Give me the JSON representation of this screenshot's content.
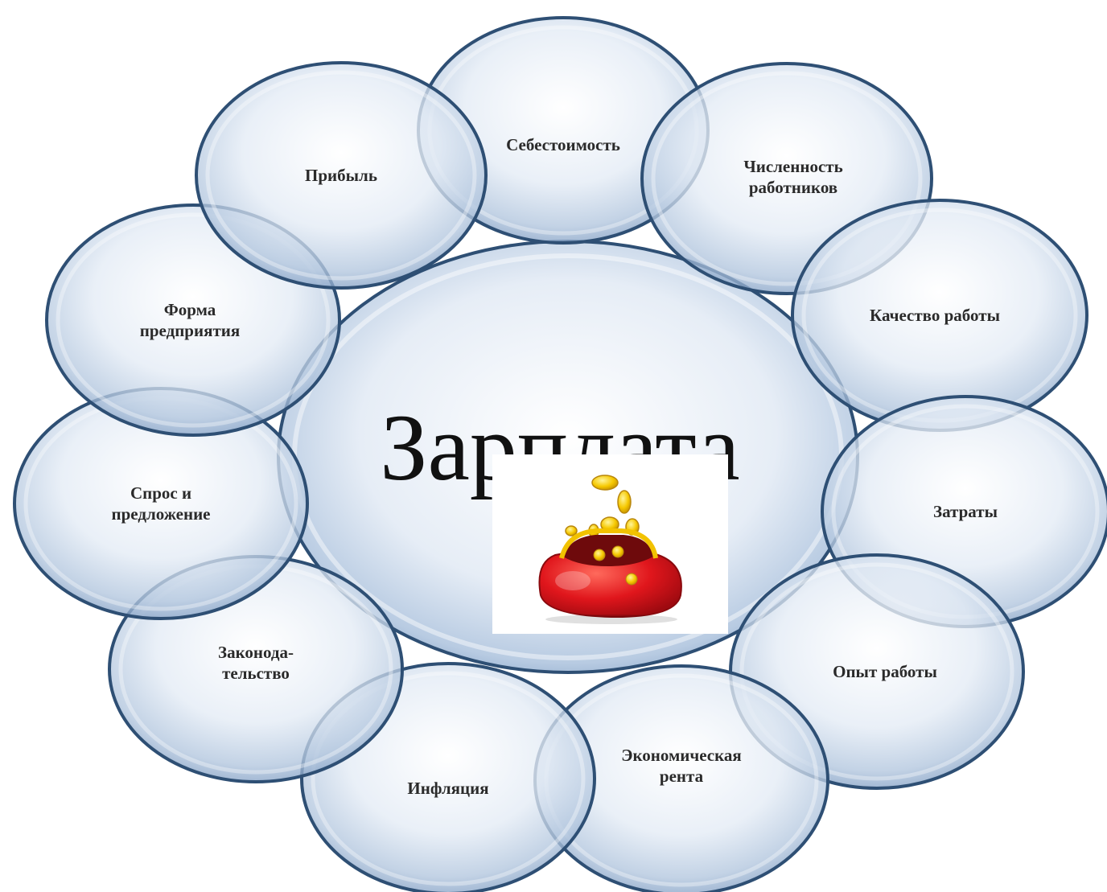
{
  "center": {
    "label": "Зарплата"
  },
  "factors": [
    {
      "id": "sebestoimost",
      "lines": [
        "Себестоимость"
      ]
    },
    {
      "id": "chislennost",
      "lines": [
        "Численность",
        "работников"
      ]
    },
    {
      "id": "kachestvo",
      "lines": [
        "Качество работы"
      ]
    },
    {
      "id": "zatraty",
      "lines": [
        "Затраты"
      ]
    },
    {
      "id": "opyt",
      "lines": [
        "Опыт работы"
      ]
    },
    {
      "id": "renta",
      "lines": [
        "Экономическая",
        "рента"
      ]
    },
    {
      "id": "inflyaciya",
      "lines": [
        "Инфляция"
      ]
    },
    {
      "id": "zakonodatelstvo",
      "lines": [
        "Законода-",
        "тельство"
      ]
    },
    {
      "id": "spros",
      "lines": [
        "Спрос и",
        "предложение"
      ]
    },
    {
      "id": "forma",
      "lines": [
        "Форма",
        "предприятия"
      ]
    },
    {
      "id": "pribyl",
      "lines": [
        "Прибыль"
      ]
    }
  ],
  "colors": {
    "bubble_fill_edge": "#8aa8cc",
    "bubble_fill_mid": "#d4e0ef",
    "bubble_stroke": "#2e4f74",
    "purse_red": "#d8141c",
    "coin_gold": "#f2c200"
  },
  "illustration": {
    "icon": "coin-purse-icon"
  }
}
